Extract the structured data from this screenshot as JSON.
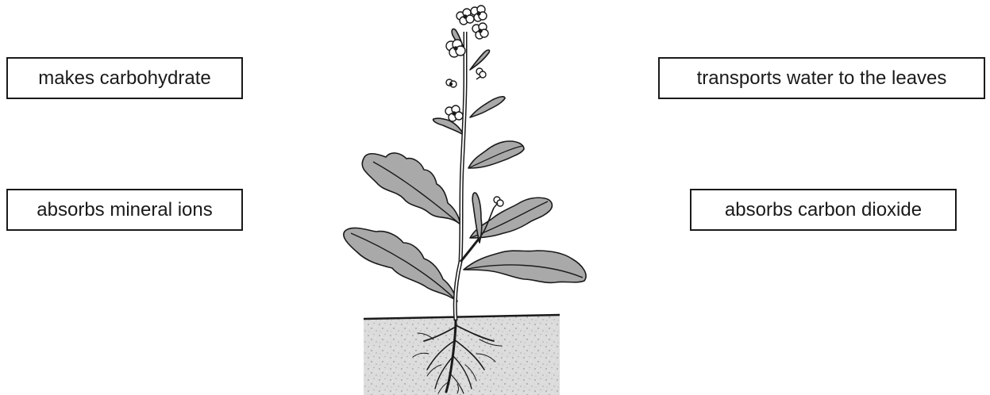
{
  "labels": {
    "makes_carbohydrate": "makes carbohydrate",
    "absorbs_mineral_ions": "absorbs mineral ions",
    "transports_water": "transports water to the leaves",
    "absorbs_carbon_dioxide": "absorbs carbon dioxide"
  },
  "colors": {
    "line": "#1a1a1a",
    "leaf_fill": "#a9a9a9",
    "soil_fill": "#dcdcdc"
  }
}
